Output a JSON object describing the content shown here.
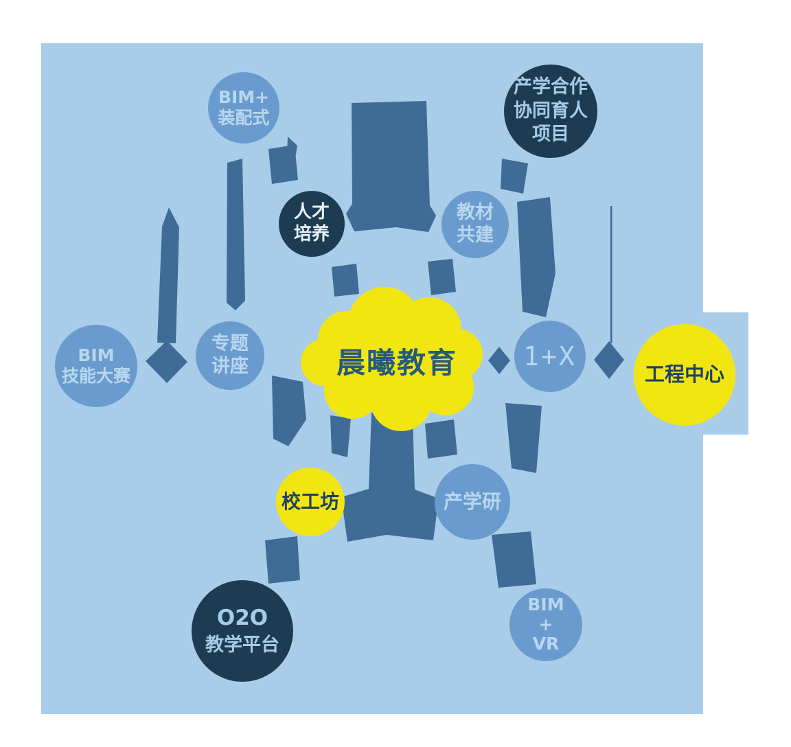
{
  "center": {
    "label": "晨曦教育"
  },
  "nodes": {
    "bim_assembly": {
      "lines": [
        "BIM+",
        "装配式"
      ]
    },
    "industry_education": {
      "lines": [
        "产学合作",
        "协同育人",
        "项目"
      ]
    },
    "talent": {
      "lines": [
        "人才",
        "培养"
      ]
    },
    "textbook": {
      "lines": [
        "教材",
        "共建"
      ]
    },
    "bim_contest": {
      "lines": [
        "BIM",
        "技能大赛"
      ]
    },
    "lecture": {
      "lines": [
        "专题",
        "讲座"
      ]
    },
    "one_plus_x": {
      "lines": [
        "1+X"
      ]
    },
    "engineering_center": {
      "lines": [
        "工程中心"
      ]
    },
    "school_workshop": {
      "lines": [
        "校工坊"
      ]
    },
    "industry_research": {
      "lines": [
        "产学研"
      ]
    },
    "o2o_platform": {
      "lines": [
        "O2O",
        "教学平台"
      ]
    },
    "bim_vr": {
      "lines": [
        "BIM",
        "+",
        "VR"
      ]
    }
  },
  "colors": {
    "panel_background": "#a9cde9",
    "node_blue": "#6a9bce",
    "node_navy": "#1d3c52",
    "accent_yellow": "#f2e612",
    "connector_steel_blue": "#3e6c96",
    "light_text_on_blue": "#b9d7ef",
    "dark_text_on_yellow": "#1f4260",
    "cloud_text": "#265a7d"
  }
}
